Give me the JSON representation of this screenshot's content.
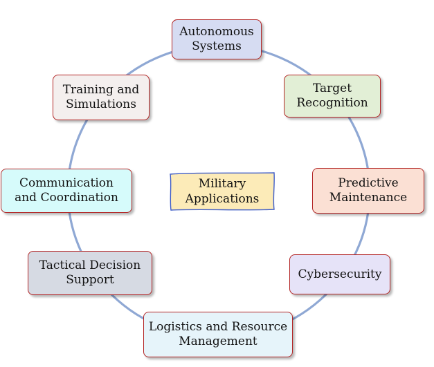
{
  "center": {
    "line1": "Military",
    "line2": "Applications",
    "fill": "#fcebb8",
    "border": "#3f5dc7"
  },
  "ring_color": "#8fa8d4",
  "nodes": [
    {
      "id": "autonomous-systems",
      "line1": "Autonomous",
      "line2": "Systems",
      "fill": "#d6dcf2"
    },
    {
      "id": "target-recognition",
      "line1": "Target",
      "line2": "Recognition",
      "fill": "#e2efd6"
    },
    {
      "id": "predictive-maintenance",
      "line1": "Predictive",
      "line2": "Maintenance",
      "fill": "#fbe0d4"
    },
    {
      "id": "cybersecurity",
      "line1": "Cybersecurity",
      "line2": "",
      "fill": "#e6e3f8"
    },
    {
      "id": "logistics-and-resource-management",
      "line1": "Logistics and Resource",
      "line2": "Management",
      "fill": "#e6f4fa"
    },
    {
      "id": "tactical-decision-support",
      "line1": "Tactical Decision",
      "line2": "Support",
      "fill": "#d6dae3"
    },
    {
      "id": "communication-and-coordination",
      "line1": "Communication",
      "line2": "and Coordination",
      "fill": "#d6fbfb"
    },
    {
      "id": "training-and-simulations",
      "line1": "Training and",
      "line2": "Simulations",
      "fill": "#f4efee"
    }
  ]
}
